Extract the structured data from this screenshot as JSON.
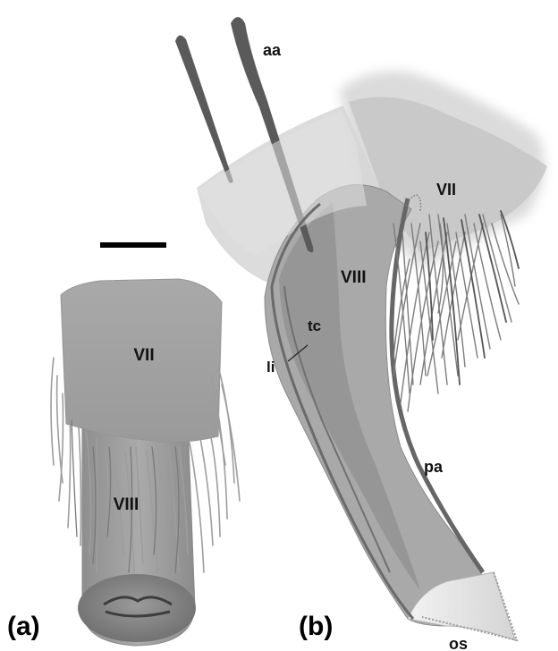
{
  "panels": {
    "a": {
      "label": "(a)",
      "segments": [
        "VII",
        "VIII"
      ]
    },
    "b": {
      "label": "(b)",
      "segments": [
        "VII",
        "VIII"
      ],
      "structures": [
        "aa",
        "tc",
        "li",
        "pa",
        "os"
      ]
    }
  },
  "colors": {
    "background": "#ffffff",
    "dark_rod": "#5a5a5a",
    "membrane": "#c8c8c8",
    "sclerite": "#a8a8a8",
    "setae": "#8a8a8a",
    "text": "#111111"
  }
}
